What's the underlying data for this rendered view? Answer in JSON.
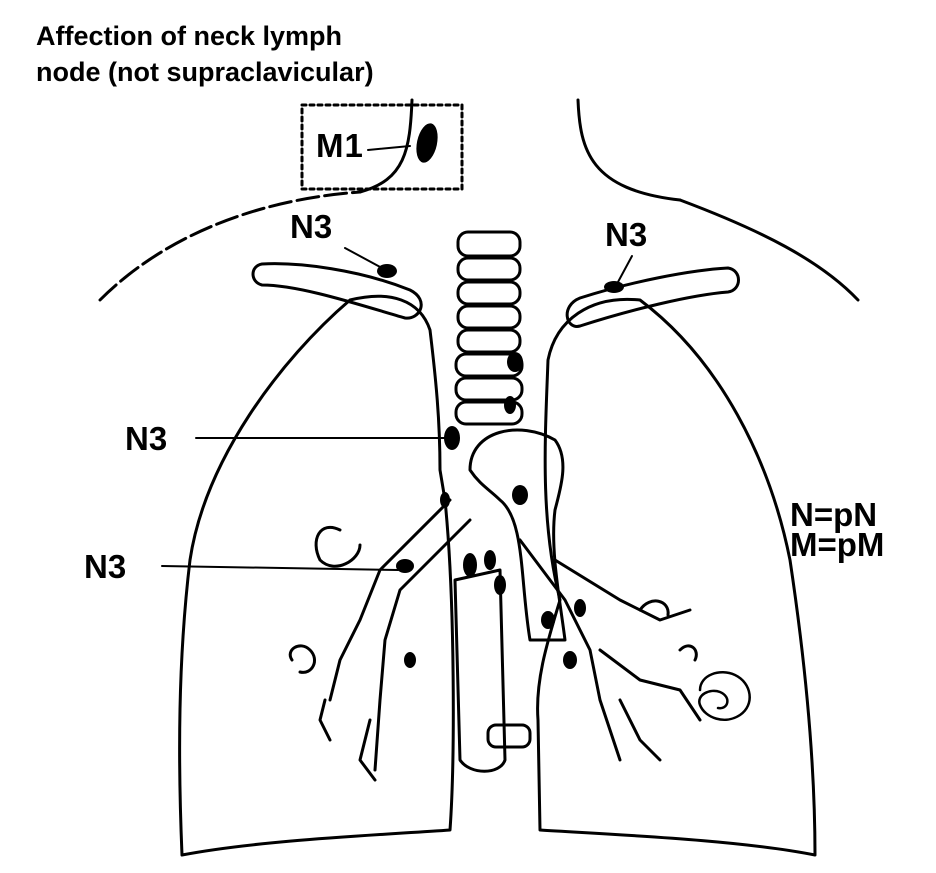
{
  "caption": {
    "line1": "Affection of neck lymph",
    "line2": "node (not supraclavicular)"
  },
  "labels": {
    "m1": "M1",
    "n3_left_supraclavicular": "N3",
    "n3_right_supraclavicular": "N3",
    "n3_mediastinal": "N3",
    "n3_hilar": "N3"
  },
  "legend": {
    "line1": "N=pN",
    "line2": "M=pM"
  },
  "colors": {
    "ink": "#000000",
    "paper": "#ffffff"
  }
}
